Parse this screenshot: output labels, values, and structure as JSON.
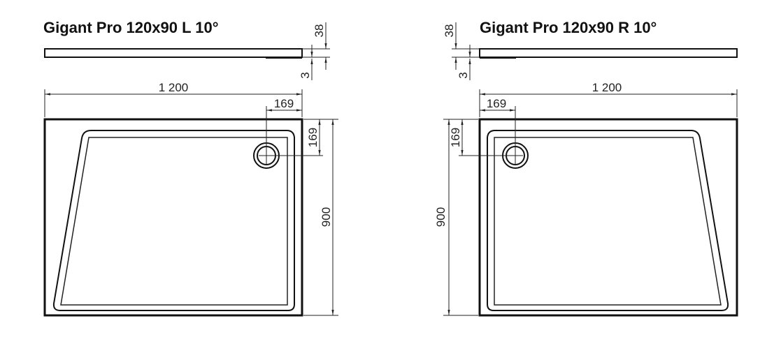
{
  "drawings": [
    {
      "title": "Gigant Pro 120x90 L 10°",
      "dims": {
        "width": "1 200",
        "depth": "900",
        "drain_x": "169",
        "drain_y": "169",
        "height": "38",
        "foot": "3"
      }
    },
    {
      "title": "Gigant Pro 120x90 R 10°",
      "dims": {
        "width": "1 200",
        "depth": "900",
        "drain_x": "169",
        "drain_y": "169",
        "height": "38",
        "foot": "3"
      }
    }
  ]
}
